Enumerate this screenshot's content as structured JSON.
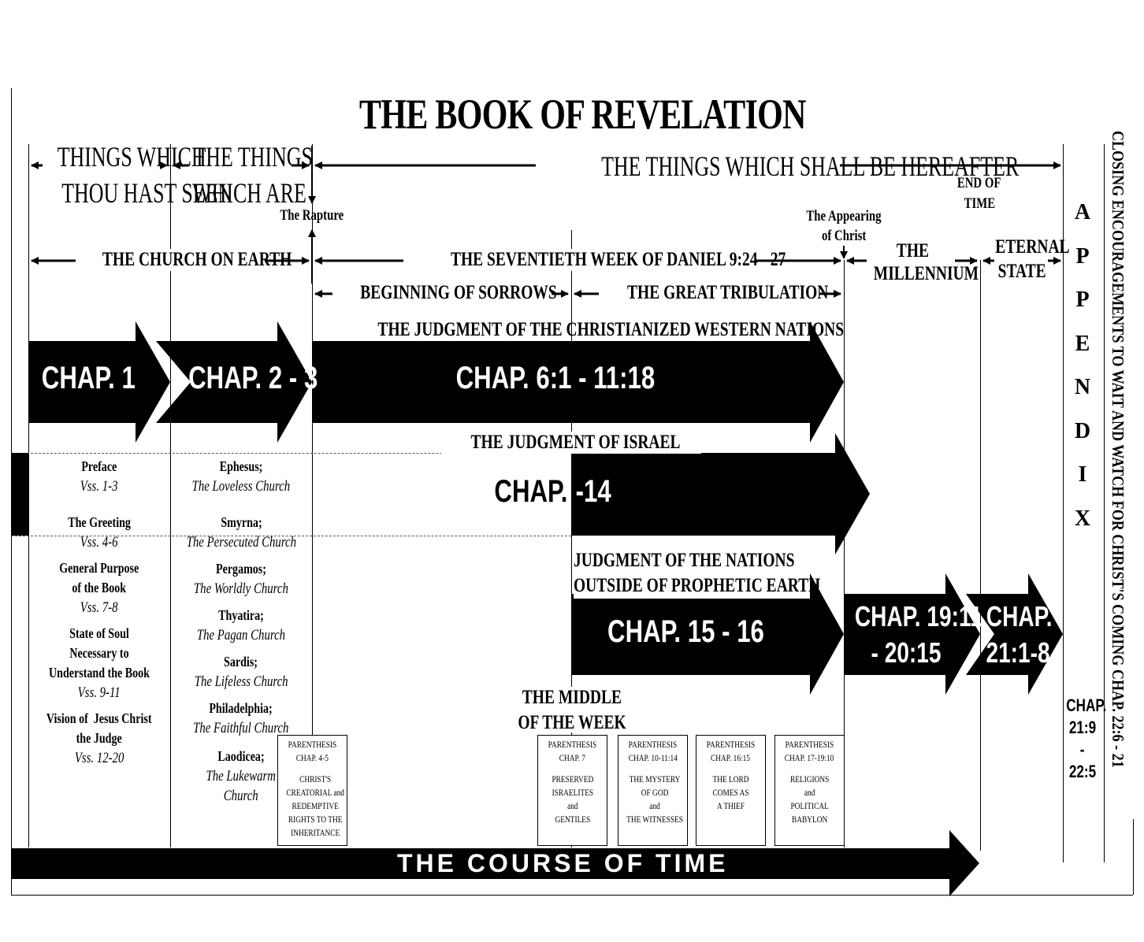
{
  "title": "THE BOOK OF REVELATION",
  "headers": {
    "seen": [
      "THINGS WHICH",
      "THOU HAST SEEN"
    ],
    "are": [
      "THE THINGS",
      "WHICH ARE"
    ],
    "hereafter": "THE THINGS WHICH SHALL BE HEREAFTER"
  },
  "markers": {
    "rapture": "The Rapture",
    "appearing": [
      "The Appearing",
      "of Christ"
    ],
    "end_of_time": [
      "END OF",
      "TIME"
    ],
    "middle_week": [
      "THE MIDDLE",
      "OF THE WEEK"
    ]
  },
  "periods": {
    "church": "THE CHURCH ON EARTH",
    "seventieth": "THE SEVENTIETH WEEK OF DANIEL   9:24 - 27",
    "sorrows": "BEGINNING OF SORROWS",
    "tribulation": "THE GREAT TRIBULATION",
    "millennium": [
      "THE",
      "MILLENNIUM"
    ],
    "eternal": [
      "ETERNAL",
      "STATE"
    ]
  },
  "judgments": {
    "western": "THE JUDGMENT OF THE CHRISTIANIZED WESTERN NATIONS",
    "israel": "THE JUDGMENT OF ISRAEL",
    "nations": [
      "JUDGMENT OF THE NATIONS",
      "OUTSIDE OF PROPHETIC EARTH"
    ]
  },
  "chapters": {
    "c1": "CHAP. 1",
    "c2_3": "CHAP. 2 - 3",
    "c6_11": "CHAP. 6:1 - 11:18",
    "c12_part1": "CHAP. 12-",
    "c12_part2": " -14",
    "c15_16": "CHAP. 15 - 16",
    "c19": [
      "CHAP. 19:11",
      "- 20:15"
    ],
    "c21": [
      "CHAP.",
      "21:1-8"
    ],
    "c21_9": [
      "CHAP.",
      "21:9",
      "-",
      "22:5"
    ]
  },
  "chapter1_items": [
    {
      "title": "Preface",
      "verses": "Vss. 1-3"
    },
    {
      "title": "The Greeting",
      "verses": "Vss. 4-6"
    },
    {
      "title": "General Purpose\nof the Book",
      "verses": "Vss. 7-8"
    },
    {
      "title": "State of Soul\nNecessary to\nUnderstand the Book",
      "verses": "Vss. 9-11"
    },
    {
      "title": "Vision of  Jesus Christ\nthe Judge",
      "verses": "Vss. 12-20"
    }
  ],
  "churches": [
    {
      "name": "Ephesus;",
      "desc": "The Loveless Church"
    },
    {
      "name": "Smyrna;",
      "desc": "The Persecuted Church"
    },
    {
      "name": "Pergamos;",
      "desc": "The Worldly Church"
    },
    {
      "name": "Thyatira;",
      "desc": "The Pagan Church"
    },
    {
      "name": "Sardis;",
      "desc": "The Lifeless Church"
    },
    {
      "name": "Philadelphia;",
      "desc": "The Faithful Church"
    },
    {
      "name": "Laodicea;",
      "desc": "The Lukewarm\nChurch"
    }
  ],
  "parentheses": [
    {
      "heading": "PARENTHESIS",
      "chap": "CHAP. 4-5",
      "body": "CHRIST'S\nCREATORIAL and\nREDEMPTIVE\nRIGHTS TO THE\nINHERITANCE"
    },
    {
      "heading": "PARENTHESIS",
      "chap": "CHAP. 7",
      "body": "PRESERVED\nISRAELITES\nand\nGENTILES"
    },
    {
      "heading": "PARENTHESIS",
      "chap": "CHAP. 10-11:14",
      "body": "THE MYSTERY\nOF GOD\nand\nTHE WITNESSES"
    },
    {
      "heading": "PARENTHESIS",
      "chap": "CHAP. 16:15",
      "body": "THE LORD\nCOMES AS\nA THIEF"
    },
    {
      "heading": "PARENTHESIS",
      "chap": "CHAP. 17-19:10",
      "body": "RELIGIONS\nand\nPOLITICAL\nBABYLON"
    }
  ],
  "appendix": [
    "A",
    "P",
    "P",
    "E",
    "N",
    "D",
    "I",
    "X"
  ],
  "closing": "CLOSING ENCOURAGEMENTS TO WAIT AND WATCH FOR CHRIST'S COMING  CHAP. 22:6 - 21",
  "course_of_time": "THE COURSE OF TIME"
}
